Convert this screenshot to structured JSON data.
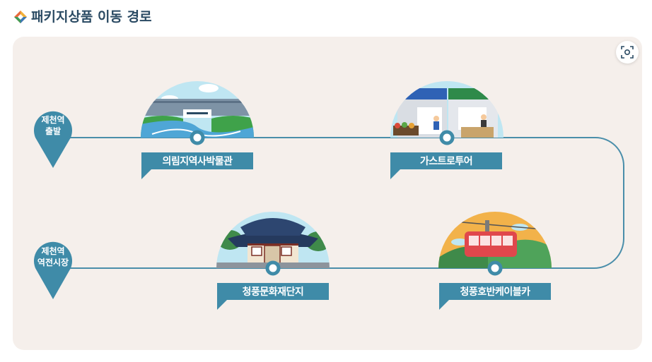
{
  "header": {
    "title": "패키지상품 이동 경로"
  },
  "start_pins": [
    {
      "line1": "제천역",
      "line2": "출발"
    },
    {
      "line1": "제천역",
      "line2": "역전시장"
    }
  ],
  "stops": [
    {
      "label": "의림지역사박물관"
    },
    {
      "label": "가스트로투어"
    },
    {
      "label": "청풍문화재단지"
    },
    {
      "label": "청풍호반케이블카"
    }
  ],
  "icons": {
    "title": "diamond-logo-icon",
    "zoom": "focus-zoom-icon"
  },
  "colors": {
    "route": "#4a8eaa",
    "label_bg": "#3f8ba8",
    "panel_bg": "#f5efeb",
    "title": "#2a4a63"
  }
}
